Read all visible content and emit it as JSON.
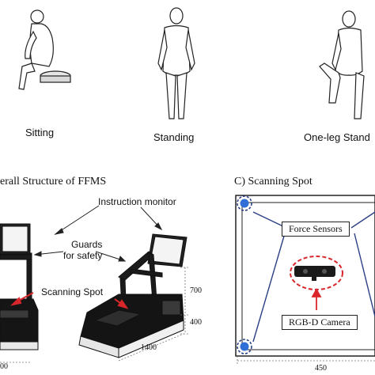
{
  "postures": {
    "sitting": "Sitting",
    "standing": "Standing",
    "one_leg": "One-leg Stand"
  },
  "panel_b": {
    "title": "erall Structure of FFMS",
    "instruction_monitor": "Instruction monitor",
    "guards_line1": "Guards",
    "guards_line2": "for safety",
    "scanning_spot": "Scanning Spot",
    "dim_700": "700",
    "dim_400": "400",
    "dim_1400": "1400",
    "dim_left": "00"
  },
  "panel_c": {
    "title": "C) Scanning Spot",
    "force_sensors": "Force Sensors",
    "rgbd_camera": "RGB-D Camera",
    "dim_450": "450"
  },
  "colors": {
    "accent_red": "#d9262b",
    "sensor_blue": "#2f6fd6",
    "line_navy": "#2a3f86"
  }
}
